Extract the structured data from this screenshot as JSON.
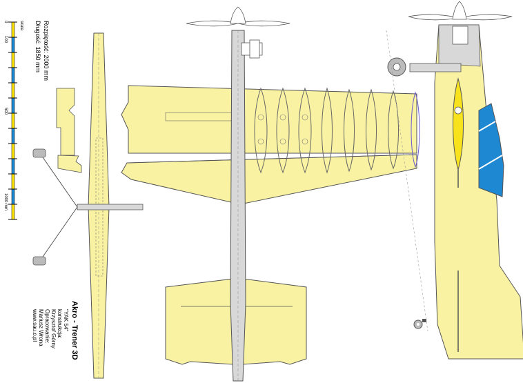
{
  "specs": {
    "span": "Rozpiętość: 2000 mm",
    "length": "Długość:    1850 mm"
  },
  "scale": {
    "label": "skala",
    "ticks": [
      "0",
      "100",
      "500",
      "1000 mm"
    ]
  },
  "credits": {
    "title": "Akro - Trener 3D",
    "model": "\"YAK 54\"",
    "line1": "konstrukcja:",
    "line2": "Krzysztof Górny",
    "line3": "Opracowanie:",
    "line4": "Mariusz Wrona",
    "url": "www.sau.o.pl"
  },
  "colors": {
    "wing": "#f8f2a2",
    "outline": "#555555",
    "fuselage": "#d8d8d8",
    "canopy": "#1e88d2",
    "highlight": "#f8e21c",
    "scale_yellow": "#f8e000",
    "scale_blue": "#1e88d2"
  }
}
